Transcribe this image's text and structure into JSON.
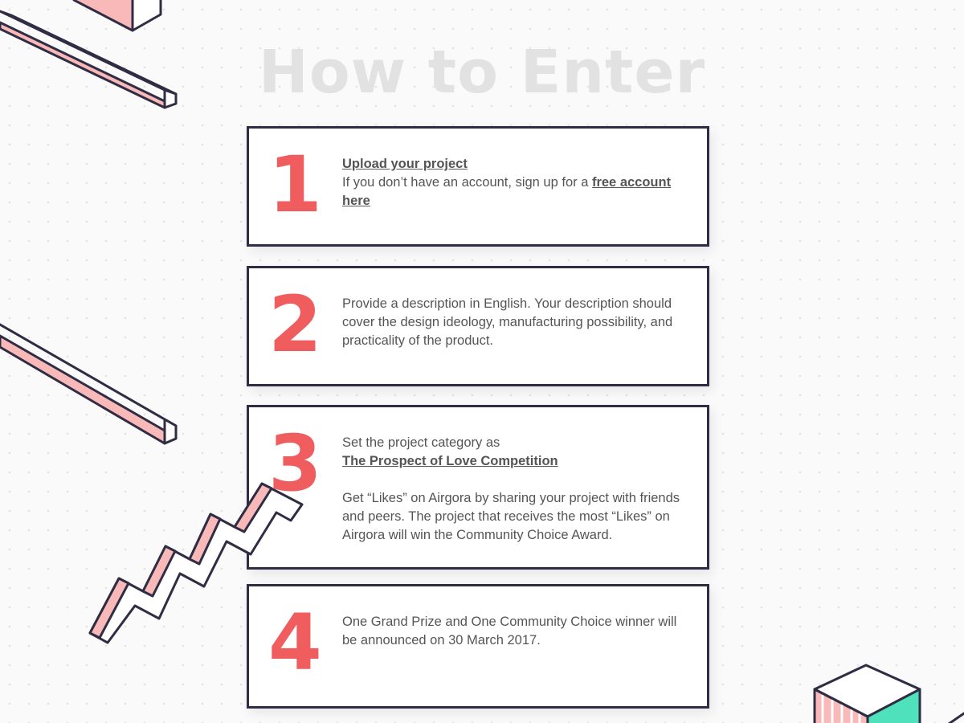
{
  "title": "How to Enter",
  "steps": [
    {
      "number": "1",
      "link_label": "Upload your project",
      "text_before": "If you don’t have an account, sign up for a ",
      "text_link": "free account here"
    },
    {
      "number": "2",
      "text": "Provide a description in English. Your description should cover the design ideology, manufacturing possibility, and practicality of the product."
    },
    {
      "number": "3",
      "text_intro": "Set the project category as",
      "link_label": "The Prospect of Love Competition",
      "text_likes": "Get “Likes” on Airgora by sharing your project with friends and peers. The project that receives the most “Likes” on Airgora will win the Community Choice Award."
    },
    {
      "number": "4",
      "text": "One Grand Prize and One Community Choice winner will be announced on 30 March 2017."
    }
  ],
  "colors": {
    "accent": "#f05d5f",
    "border": "#2f2d44",
    "title": "#e2e2e2",
    "body_text": "#555555",
    "pink": "#f9b9b8",
    "teal": "#4fe0bc"
  }
}
